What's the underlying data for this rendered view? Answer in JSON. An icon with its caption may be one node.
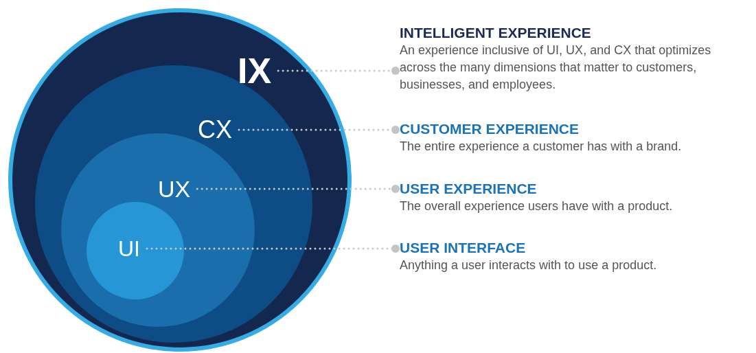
{
  "diagram": {
    "nodes": [
      {
        "text": [
          "IX"
        ]
      },
      {
        "text": [
          "CX"
        ],
        "in": 0
      },
      {
        "text": [
          "UX"
        ],
        "in": 1
      },
      {
        "text": [
          "UI"
        ],
        "in": 2
      },
      {
        "text": [
          "INTELLIGENT EXPERIENCE",
          "An experience inclusive of UI, UX, and CX that optimizes across the many dimensions that matter to customers, businesses, and employees."
        ]
      },
      {
        "text": [
          "CUSTOMER EXPERIENCE",
          "The entire experience a customer has with a brand."
        ]
      },
      {
        "text": [
          "USER EXPERIENCE",
          "The overall experience users have with a product."
        ]
      },
      {
        "text": [
          "USER INTERFACE",
          "Anything a user interacts with to use a product."
        ]
      }
    ],
    "edges": [
      {
        "from": 0,
        "to": 4,
        "arrow": "other",
        "style": "dashed"
      },
      {
        "from": 1,
        "to": 5,
        "arrow": "other",
        "style": "dashed"
      },
      {
        "from": 2,
        "to": 6,
        "arrow": "other",
        "style": "dashed"
      },
      {
        "from": 3,
        "to": 7,
        "arrow": "other",
        "style": "dashed"
      }
    ]
  }
}
